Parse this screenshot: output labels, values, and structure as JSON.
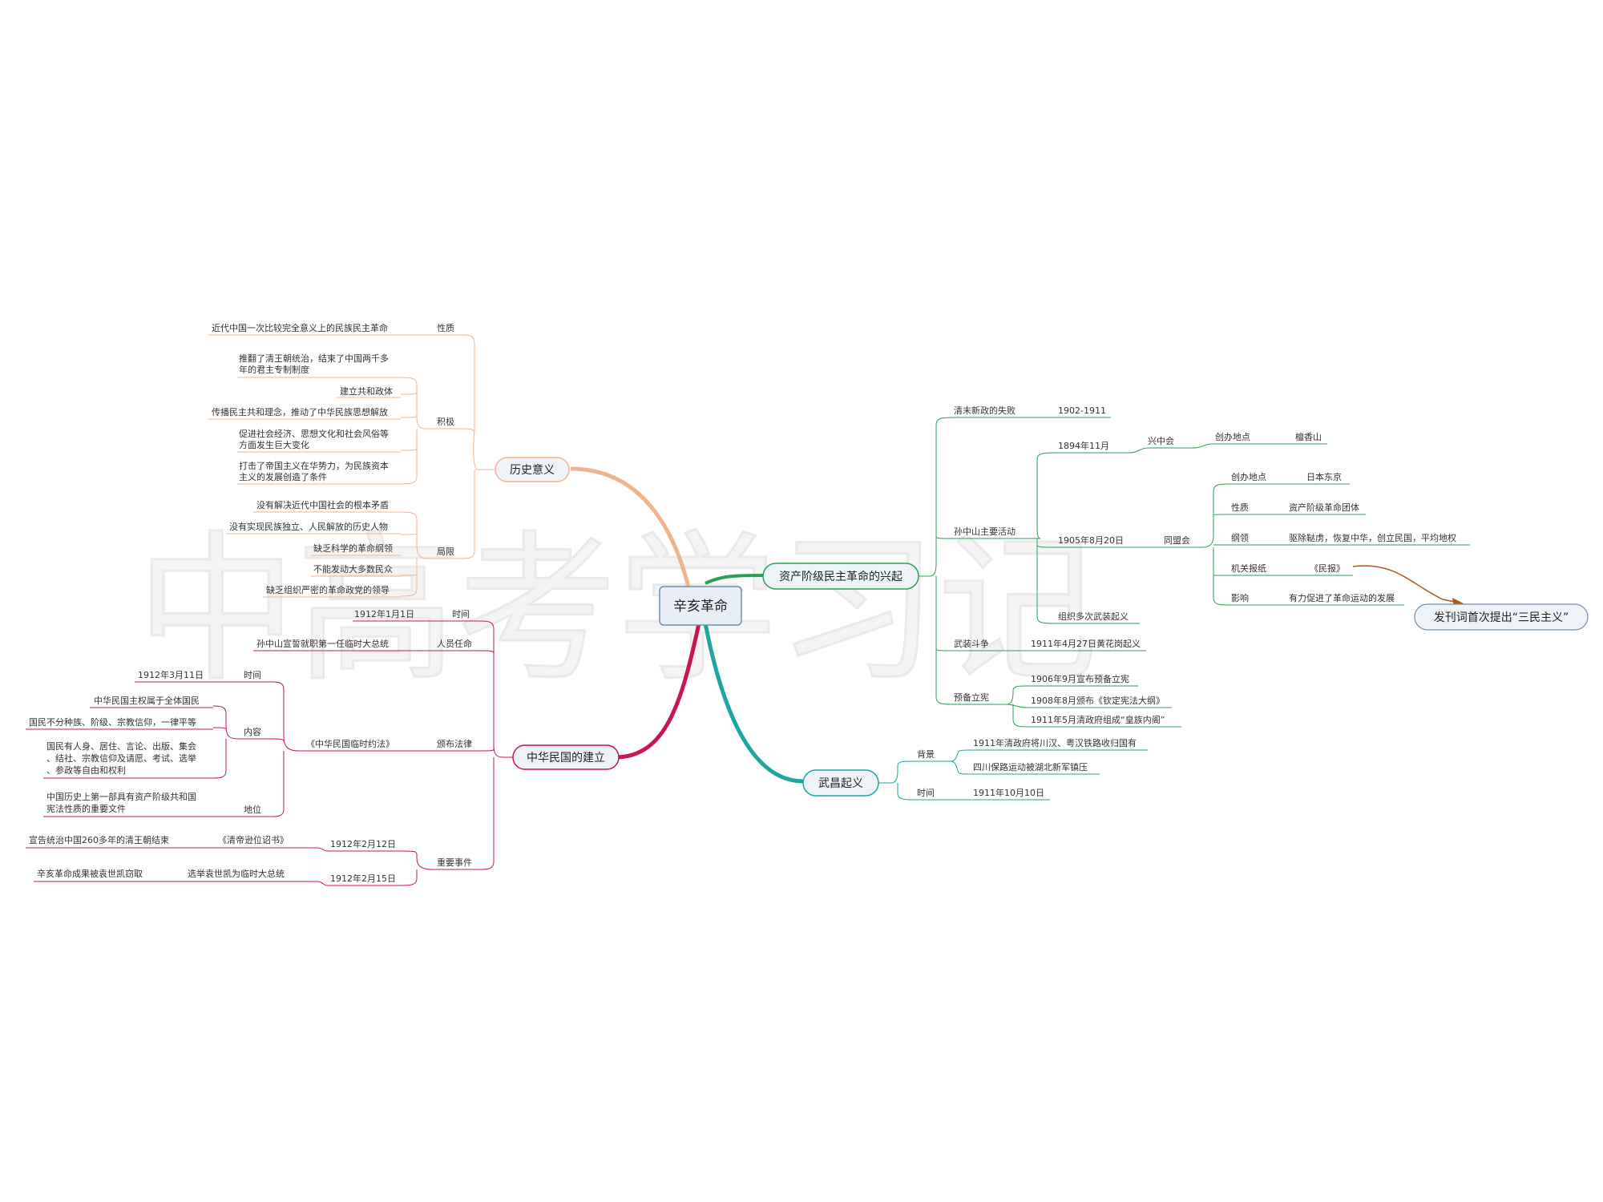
{
  "watermark": "中高考学习记",
  "root": "辛亥革命",
  "main_branches": {
    "historical_significance": "历史意义",
    "rise": "资产阶级民主革命的兴起",
    "founding": "中华民国的建立",
    "wuchang": "武昌起义"
  },
  "significance": {
    "nature_label": "性质",
    "nature_text": "近代中国一次比较完全意义上的民族民主革命",
    "positive_label": "积极",
    "positive_1a": "推翻了清王朝统治，结束了中国两千多",
    "positive_1b": "年的君主专制制度",
    "positive_2": "建立共和政体",
    "positive_3": "传播民主共和理念，推动了中华民族思想解放",
    "positive_4a": "促进社会经济、思想文化和社会风俗等",
    "positive_4b": "方面发生巨大变化",
    "positive_5a": "打击了帝国主义在华势力，为民族资本",
    "positive_5b": "主义的发展创造了条件",
    "limit_label": "局限",
    "limit_1": "没有解决近代中国社会的根本矛盾",
    "limit_2": "没有实现民族独立、人民解放的历史人物",
    "limit_3": "缺乏科学的革命纲领",
    "limit_4": "不能发动大多数民众",
    "limit_5": "缺乏组织严密的革命政党的领导"
  },
  "founding": {
    "time_label": "时间",
    "time_value": "1912年1月1日",
    "personnel_label": "人员任命",
    "personnel_value": "孙中山宣誓就职第一任临时大总统",
    "law_label": "颁布法律",
    "law_name": "《中华民国临时约法》",
    "law_time_label": "时间",
    "law_time_value": "1912年3月11日",
    "content_label": "内容",
    "content_1": "中华民国主权属于全体国民",
    "content_2": "国民不分种族、阶级、宗教信仰，一律平等",
    "content_3a": "国民有人身、居住、言论、出版、集会",
    "content_3b": "、结社、宗教信仰及请愿、考试、选举",
    "content_3c": "、参政等自由和权利",
    "status_label": "地位",
    "status_a": "中国历史上第一部具有资产阶级共和国",
    "status_b": "宪法性质的重要文件",
    "events_label": "重要事件",
    "event_1_date": "1912年2月12日",
    "event_1_name": "《清帝逊位诏书》",
    "event_1_result": "宣告统治中国260多年的清王朝结束",
    "event_2_date": "1912年2月15日",
    "event_2_name": "选举袁世凯为临时大总统",
    "event_2_result": "辛亥革命成果被袁世凯窃取"
  },
  "rise": {
    "reform_label": "清末新政的失败",
    "reform_time": "1902-1911",
    "sun_label": "孙中山主要活动",
    "xzh_date": "1894年11月",
    "xzh_name": "兴中会",
    "xzh_place_label": "创办地点",
    "xzh_place": "檀香山",
    "tmh_date": "1905年8月20日",
    "tmh_name": "同盟会",
    "tmh_place_label": "创办地点",
    "tmh_place": "日本东京",
    "tmh_nature_label": "性质",
    "tmh_nature": "资产阶级革命团体",
    "tmh_program_label": "纲领",
    "tmh_program": "驱除鞑虏，恢复中华，创立民国，平均地权",
    "tmh_paper_label": "机关报纸",
    "tmh_paper": "《民报》",
    "tmh_influence_label": "影响",
    "tmh_influence": "有力促进了革命运动的发展",
    "uprisings": "组织多次武装起义",
    "armed_label": "武装斗争",
    "armed_value": "1911年4月27日黄花岗起义",
    "constitution_label": "预备立宪",
    "constitution_1": "1906年9月宣布预备立宪",
    "constitution_2": "1908年8月颁布《钦定宪法大纲》",
    "constitution_3": "1911年5月清政府组成“皇族内阁”",
    "callout": "发刊词首次提出“三民主义”"
  },
  "wuchang": {
    "bg_label": "背景",
    "bg_1": "1911年清政府将川汉、粤汉铁路收归国有",
    "bg_2": "四川保路运动被湖北新军镇压",
    "time_label": "时间",
    "time_value": "1911年10月10日"
  },
  "colors": {
    "significance": "#f0b48c",
    "rise": "#2e9e57",
    "founding": "#c8174f",
    "wuchang": "#1fa6a0",
    "root_fill": "#e7eef6",
    "root_stroke": "#6f8fae",
    "node_fill": "#eef3f8",
    "callout_arrow": "#b1561e"
  }
}
